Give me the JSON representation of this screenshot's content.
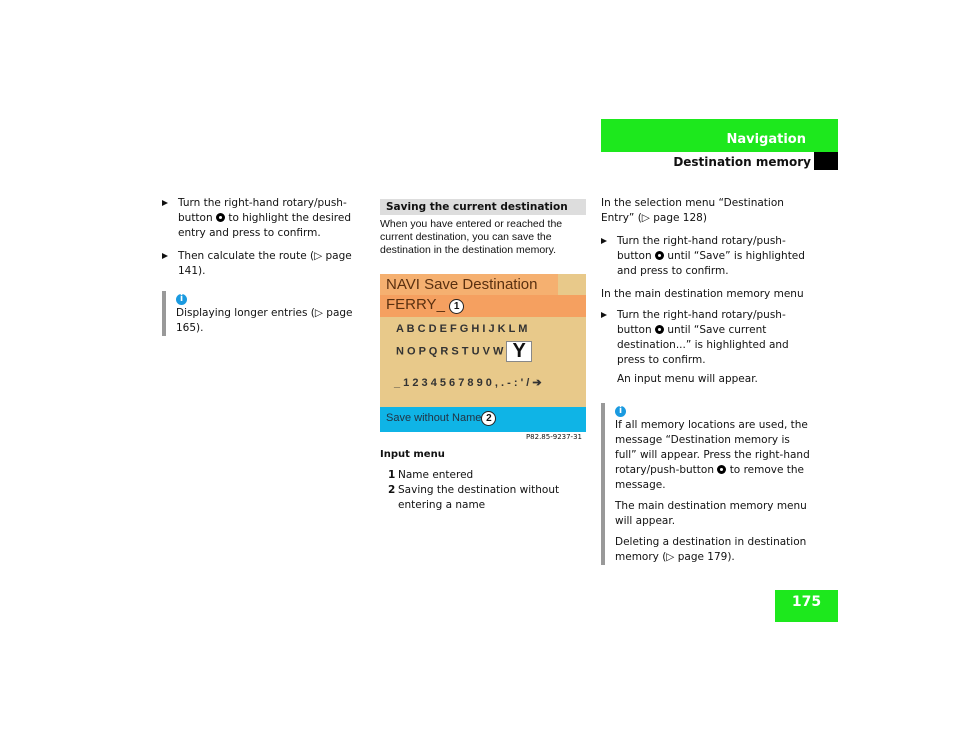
{
  "header": {
    "section": "Navigation",
    "subsection": "Destination memory",
    "page_number": "175"
  },
  "left": {
    "bullets": [
      "Turn the right-hand rotary/push-button",
      "to highlight the desired entry and press to confirm.",
      "Then calculate the route (▷ page 141)."
    ],
    "info": "Displaying longer entries (▷ page 165)."
  },
  "middle": {
    "heading": "Saving the current destination",
    "intro": "When you have entered or reached the current destination, you can save the destination in the destination memory.",
    "screen": {
      "title": "NAVI Save Destination",
      "entry": "FERRY_",
      "row1": "A B C D E F G H I J K L M",
      "row2": "N O P Q R S T U V W",
      "selected_letter": "Y",
      "row3": "_ 1 2 3 4 5 6 7 8 9 0 , . - : ' / ➔",
      "save_button": "Save without Name",
      "callout1": "1",
      "callout2": "2",
      "code": "P82.85-9237-31"
    },
    "caption": "Input menu",
    "legend": [
      {
        "n": "1",
        "text": "Name entered"
      },
      {
        "n": "2",
        "text": "Saving the destination without entering a name"
      }
    ]
  },
  "right": {
    "p1": "In the selection menu “Destination Entry” (▷ page 128)",
    "b1a": "Turn the right-hand rotary/push-button",
    "b1b": "until “Save” is highlighted and press to confirm.",
    "p2": "In the main destination memory menu",
    "b2a": "Turn the right-hand rotary/push-button",
    "b2b": "until “Save current destination...” is highlighted and press to confirm.",
    "p3": "An input menu will appear.",
    "info1a": "If all memory locations are used, the message “Destination memory is full” will appear. Press the right-hand rotary/push-button",
    "info1b": "to remove the message.",
    "info2": "The main destination memory menu will appear.",
    "info3": "Deleting a destination in destination memory (▷ page 179)."
  }
}
